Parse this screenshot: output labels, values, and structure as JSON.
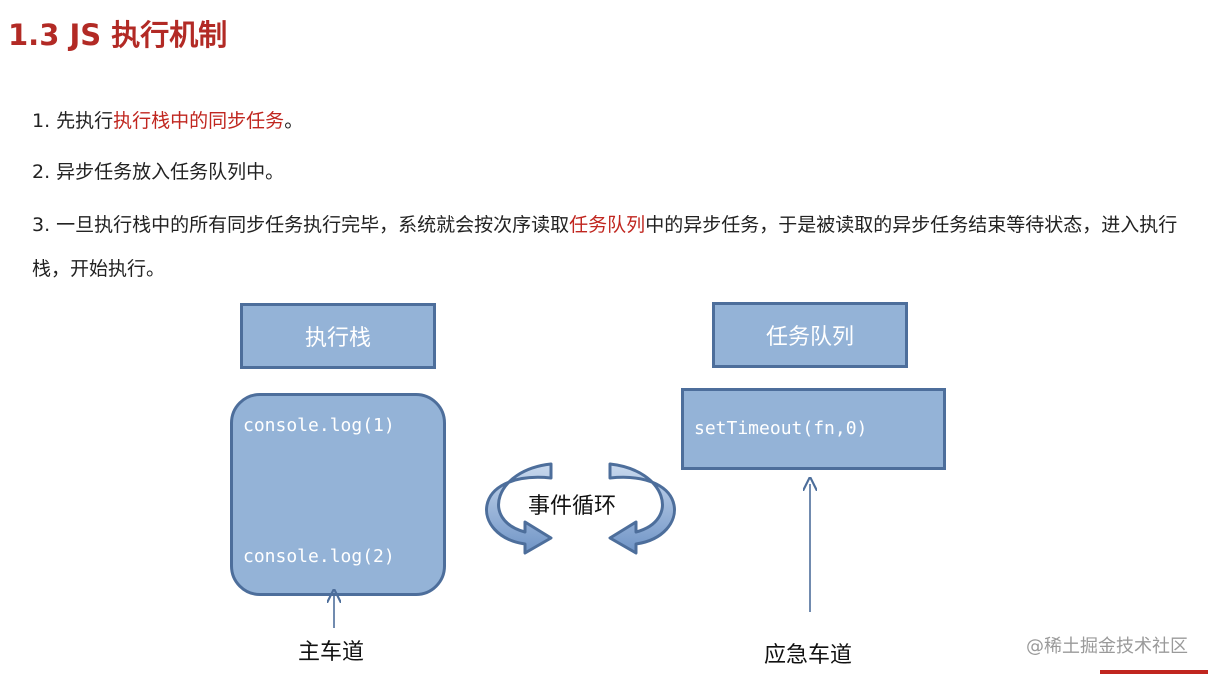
{
  "title": "1.3 JS 执行机制",
  "paragraphs": [
    {
      "pre": "1. 先执行",
      "highlight": "执行栈中的同步任务",
      "post": "。"
    },
    {
      "text": "2. 异步任务放入任务队列中。"
    },
    {
      "pre": "3. 一旦执行栈中的所有同步任务执行完毕，系统就会按次序读取",
      "highlight": "任务队列",
      "post": "中的异步任务，于是被读取的异步任务结束等待状态，进入执行栈，开始执行。"
    }
  ],
  "diagram": {
    "stack_header": "执行栈",
    "stack_items": [
      "console.log(1)",
      "console.log(2)"
    ],
    "queue_header": "任务队列",
    "queue_items": [
      "setTimeout(fn,0)"
    ],
    "event_loop_label": "事件循环",
    "main_lane_label": "主车道",
    "emergency_lane_label": "应急车道"
  },
  "watermark": "@稀土掘金技术社区",
  "colors": {
    "title": "#b22a25",
    "highlight": "#c0261f",
    "box_fill": "#94b3d7",
    "box_border": "#4d6e9b",
    "arrow": "#4d6e9b"
  }
}
